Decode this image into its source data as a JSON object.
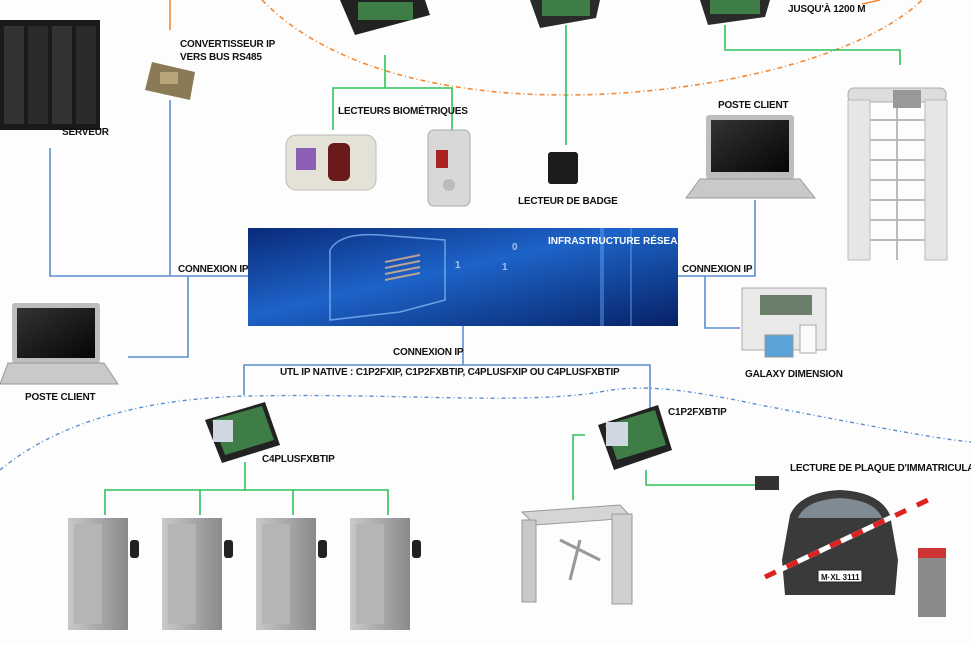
{
  "labels": {
    "serveur": "SERVEUR",
    "convertisseur_1": "CONVERTISSEUR IP",
    "convertisseur_2": "VERS BUS RS485",
    "lecteurs_biometriques": "LECTEURS BIOMÉTRIQUES",
    "lecteur_badge": "LECTEUR DE BADGE",
    "jusqua": "JUSQU'À 1200 M",
    "poste_client_right": "POSTE CLIENT",
    "poste_client_left": "POSTE CLIENT",
    "connexion_ip_left": "CONNEXION IP",
    "connexion_ip_right": "CONNEXION IP",
    "connexion_ip_bottom": "CONNEXION IP",
    "infrastructure": "INFRASTRUCTURE RÉSEAU IP",
    "banner_digits": [
      "1",
      "0",
      "1"
    ],
    "galaxy": "GALAXY DIMENSION",
    "utl": "UTL IP NATIVE : C1P2FXIP, C1P2FXBTIP, C4PLUSFXIP OU C4PLUSFXBTIP",
    "c4plus": "C4PLUSFXBTIP",
    "c1p2": "C1P2FXBTIP",
    "plaque": "LECTURE DE PLAQUE D'IMMATRICULATION",
    "plate_text": "M·XL 3111"
  },
  "colors": {
    "ip_link": "#5b8fd0",
    "bus_link": "#2fc25a",
    "rs485_range": "#f08a3a",
    "banner": "#0d3a8c"
  }
}
